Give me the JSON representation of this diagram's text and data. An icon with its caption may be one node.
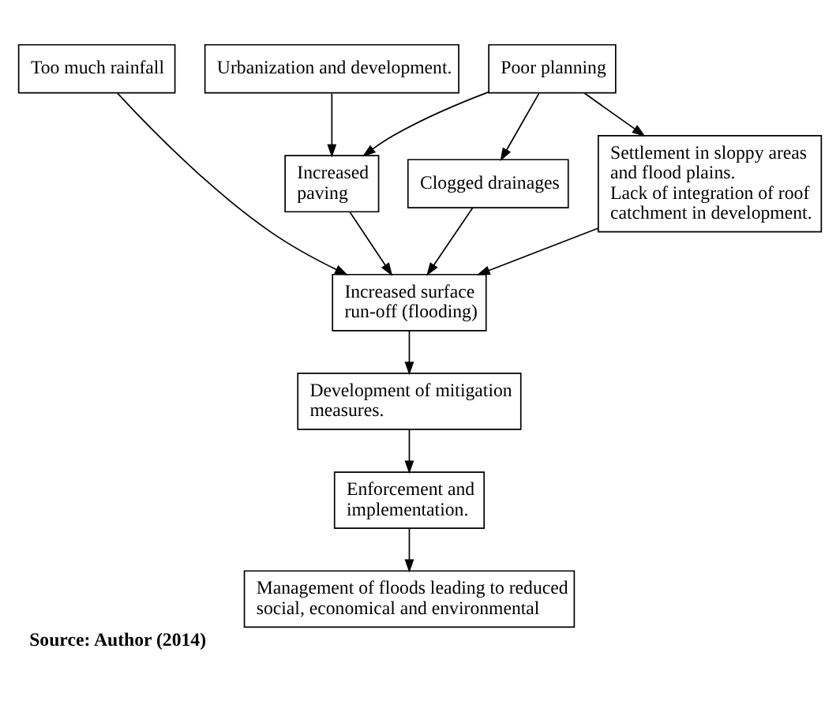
{
  "diagram": {
    "caption": "Source: Author (2014)",
    "nodes": [
      {
        "text": [
          "Too much rainfall"
        ]
      },
      {
        "text": [
          "Urbanization and development."
        ]
      },
      {
        "text": [
          "Poor planning"
        ]
      },
      {
        "text": [
          "Increased paving"
        ]
      },
      {
        "text": [
          "Clogged drainages"
        ]
      },
      {
        "text": [
          "Settlement in sloppy areas and flood plains.",
          "Lack of integration of roof catchment in development."
        ]
      },
      {
        "text": [
          "Increased surface run-off (flooding)"
        ]
      },
      {
        "text": [
          "Development of mitigation measures."
        ]
      },
      {
        "text": [
          "Enforcement and implementation."
        ]
      },
      {
        "text": [
          "Management of floods leading to reduced social, economical and environmental"
        ]
      }
    ],
    "edges": [
      {
        "from": 1,
        "to": 3,
        "arrow": "to"
      },
      {
        "from": 2,
        "to": 3,
        "arrow": "to"
      },
      {
        "from": 2,
        "to": 4,
        "arrow": "to"
      },
      {
        "from": 2,
        "to": 5,
        "arrow": "to"
      },
      {
        "from": 0,
        "to": 6,
        "arrow": "to"
      },
      {
        "from": 3,
        "to": 6,
        "arrow": "to"
      },
      {
        "from": 4,
        "to": 6,
        "arrow": "to"
      },
      {
        "from": 5,
        "to": 6,
        "arrow": "to"
      },
      {
        "from": 6,
        "to": 7,
        "arrow": "to"
      },
      {
        "from": 7,
        "to": 8,
        "arrow": "to"
      },
      {
        "from": 8,
        "to": 9,
        "arrow": "to"
      }
    ]
  }
}
